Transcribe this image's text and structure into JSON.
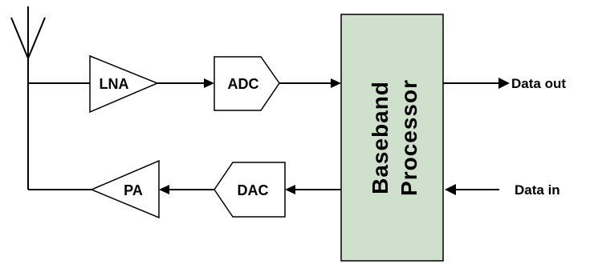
{
  "blocks": {
    "lna": "LNA",
    "adc": "ADC",
    "pa": "PA",
    "dac": "DAC",
    "processor_line1": "Baseband",
    "processor_line2": "Processor"
  },
  "io": {
    "data_out": "Data out",
    "data_in": "Data in"
  },
  "colors": {
    "processor_fill": "#cfe0cc",
    "line": "#000000",
    "background": "#ffffff"
  },
  "icons": [
    "antenna-icon"
  ]
}
